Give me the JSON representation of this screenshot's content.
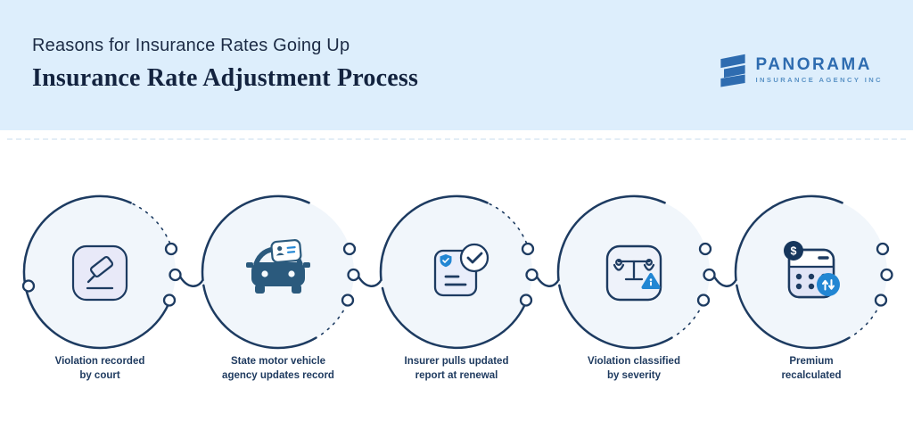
{
  "header": {
    "subtitle": "Reasons for Insurance Rates Going Up",
    "title": "Insurance Rate Adjustment Process",
    "logo": {
      "name": "PANORAMA",
      "tagline": "INSURANCE AGENCY INC"
    }
  },
  "colors": {
    "header_bg": "#ddeefc",
    "title_navy": "#13233f",
    "subtitle_navy": "#1c2b45",
    "ring_navy": "#1d3b61",
    "icon_navy": "#2b5a7d",
    "accent_blue": "#2286d3",
    "logo_blue": "#2e6cb0",
    "logo_light_blue": "#5b93c6",
    "circle_fill": "#f1f6fb",
    "tile_lavender": "#e8e9f8",
    "label_navy": "#1e3a5f"
  },
  "steps": [
    {
      "label": "Violation recorded\nby court",
      "icon": "gavel-icon"
    },
    {
      "label": "State motor vehicle\nagency updates record",
      "icon": "car-id-card-icon"
    },
    {
      "label": "Insurer pulls updated\nreport at renewal",
      "icon": "report-check-icon"
    },
    {
      "label": "Violation classified\nby severity",
      "icon": "scales-info-icon"
    },
    {
      "label": "Premium\nrecalculated",
      "icon": "calculator-adjust-icon"
    }
  ],
  "badges": {
    "dollar": "$"
  }
}
